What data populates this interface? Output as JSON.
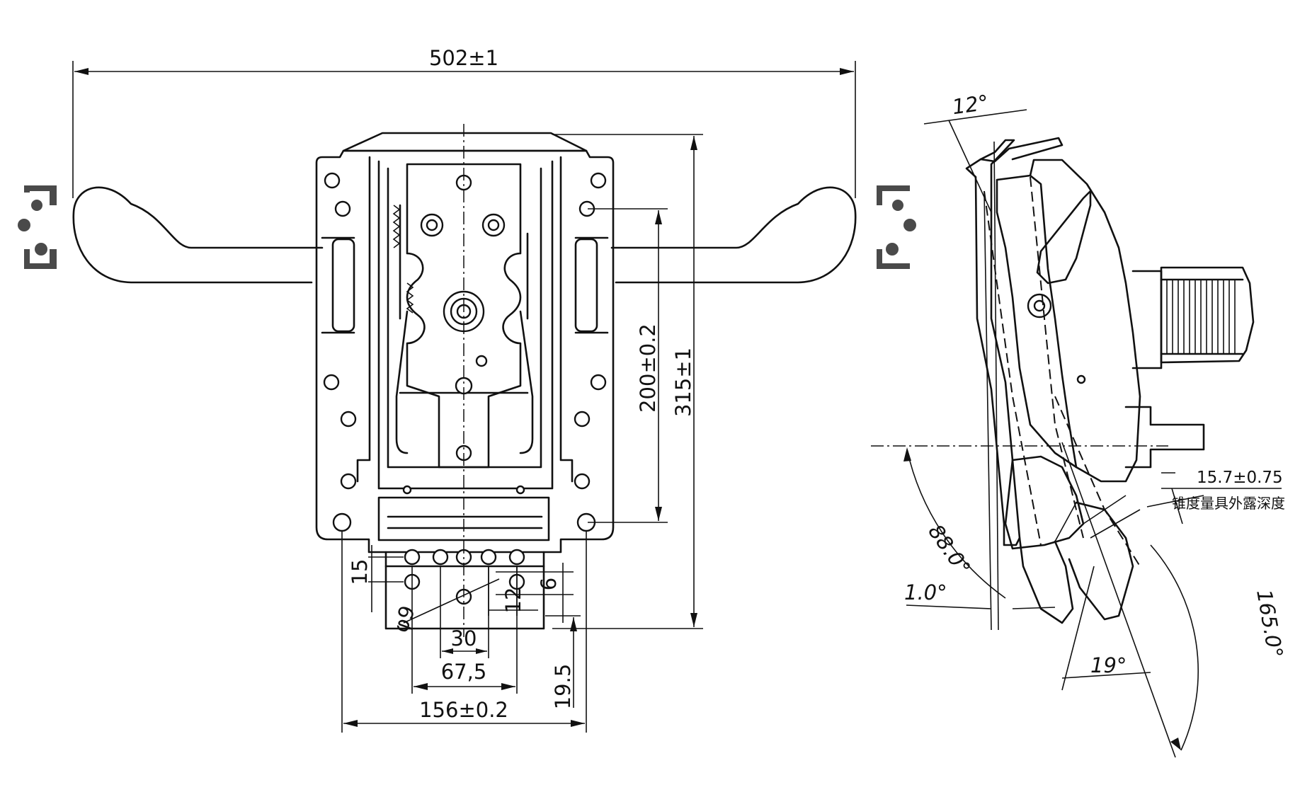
{
  "front_view": {
    "overall_width": "502±1",
    "overall_height": "315±1",
    "hole_pitch_vertical": "200±0.2",
    "base_width": "156±0.2",
    "hole_row_span": "67,5",
    "hole_pitch": "30",
    "row_spacing": "15",
    "hole_diameter": "φ9",
    "offset_12": "12",
    "offset_6": "6",
    "offset_19_5": "19.5"
  },
  "side_view": {
    "angle_top": "12°",
    "angle_tilt": "88.0°",
    "angle_small": "1.0°",
    "angle_recline": "165.0°",
    "angle_lever": "19°",
    "cone_depth": "15.7±0.75",
    "cone_note": "锥度量具外露深度"
  },
  "icons": {
    "left": "rotate-arrows-icon",
    "right": "rotate-arrows-icon"
  }
}
